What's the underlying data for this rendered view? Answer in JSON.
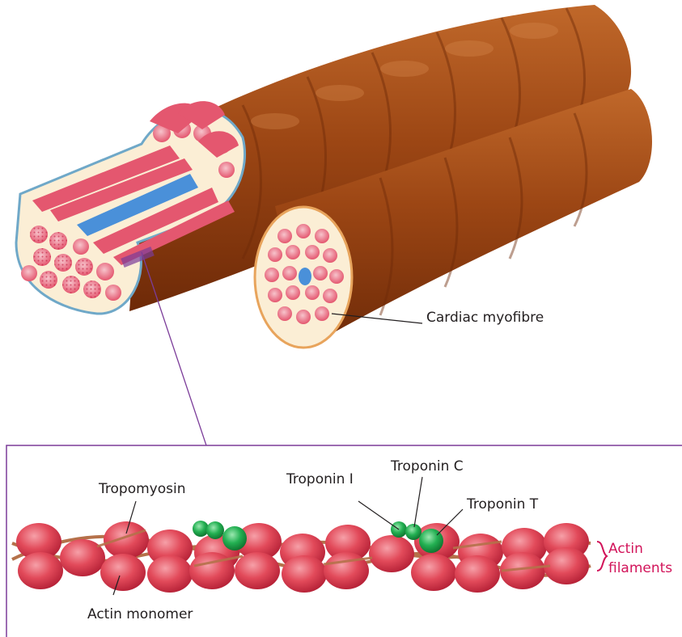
{
  "labels": {
    "cardiac_myofibre": "Cardiac myofibre",
    "tropomyosin": "Tropomyosin",
    "troponin_i": "Troponin I",
    "troponin_c": "Troponin C",
    "troponin_t": "Troponin T",
    "actin_line1": "Actin",
    "actin_line2": "filaments",
    "actin_monomer": "Actin monomer"
  },
  "colors": {
    "muscle": "#8b3a0f",
    "muscle_light": "#b55a1f",
    "cut_face": "#fbeed5",
    "myofibril": "#e4576f",
    "nucleus": "#4a90d9",
    "actin": "#e03a4c",
    "troponin": "#1fa34a",
    "tropomyosin": "#c8825a",
    "inset_border": "#7b3c99",
    "accent_text": "#d2145a"
  }
}
